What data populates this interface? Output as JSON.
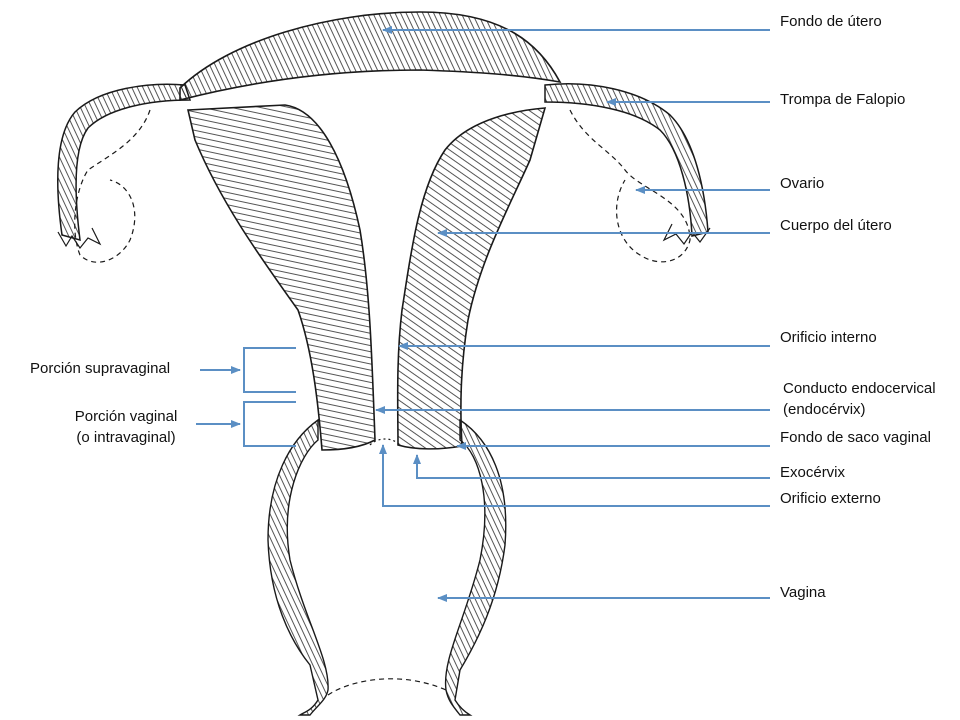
{
  "colors": {
    "arrow": "#5b8fc4",
    "outline": "#1a1a1a",
    "hatch": "#2a2a2a",
    "background": "#ffffff"
  },
  "labels": {
    "fondo_utero": "Fondo de útero",
    "trompa_falopio": "Trompa de Falopio",
    "ovario": "Ovario",
    "cuerpo_utero": "Cuerpo del útero",
    "orificio_interno": "Orificio interno",
    "conducto_line1": "Conducto endocervical",
    "conducto_line2": "(endocérvix)",
    "fondo_saco": "Fondo de saco vaginal",
    "exocervix": "Exocérvix",
    "orificio_externo": "Orificio externo",
    "vagina": "Vagina",
    "porcion_supravaginal": "Porción supravaginal",
    "porcion_vaginal_line1": "Porción vaginal",
    "porcion_vaginal_line2": "(o intravaginal)"
  }
}
